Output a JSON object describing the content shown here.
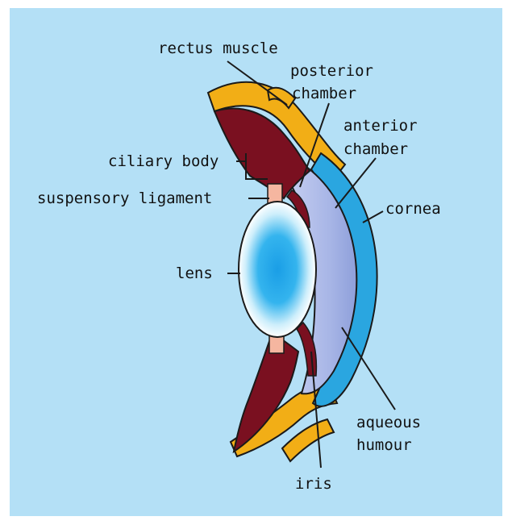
{
  "diagram": {
    "labels": {
      "rectus_muscle": "rectus muscle",
      "posterior": "posterior",
      "chamber_posterior": "chamber",
      "anterior": "anterior",
      "chamber_anterior": "chamber",
      "ciliary_body": "ciliary body",
      "suspensory_ligament": "suspensory ligament",
      "cornea": "cornea",
      "lens": "lens",
      "aqueous": "aqueous",
      "humour": "humour",
      "iris": "iris"
    },
    "colors": {
      "background": "#b4e0f6",
      "muscle": "#f2ae16",
      "ciliary": "#7a1020",
      "cornea": "#2aa6e0",
      "anterior_chamber": "#a8b6e6",
      "lens_core": "#1fa4e6",
      "ligament": "#f5b6a0",
      "outline": "#1a1a1a"
    }
  }
}
